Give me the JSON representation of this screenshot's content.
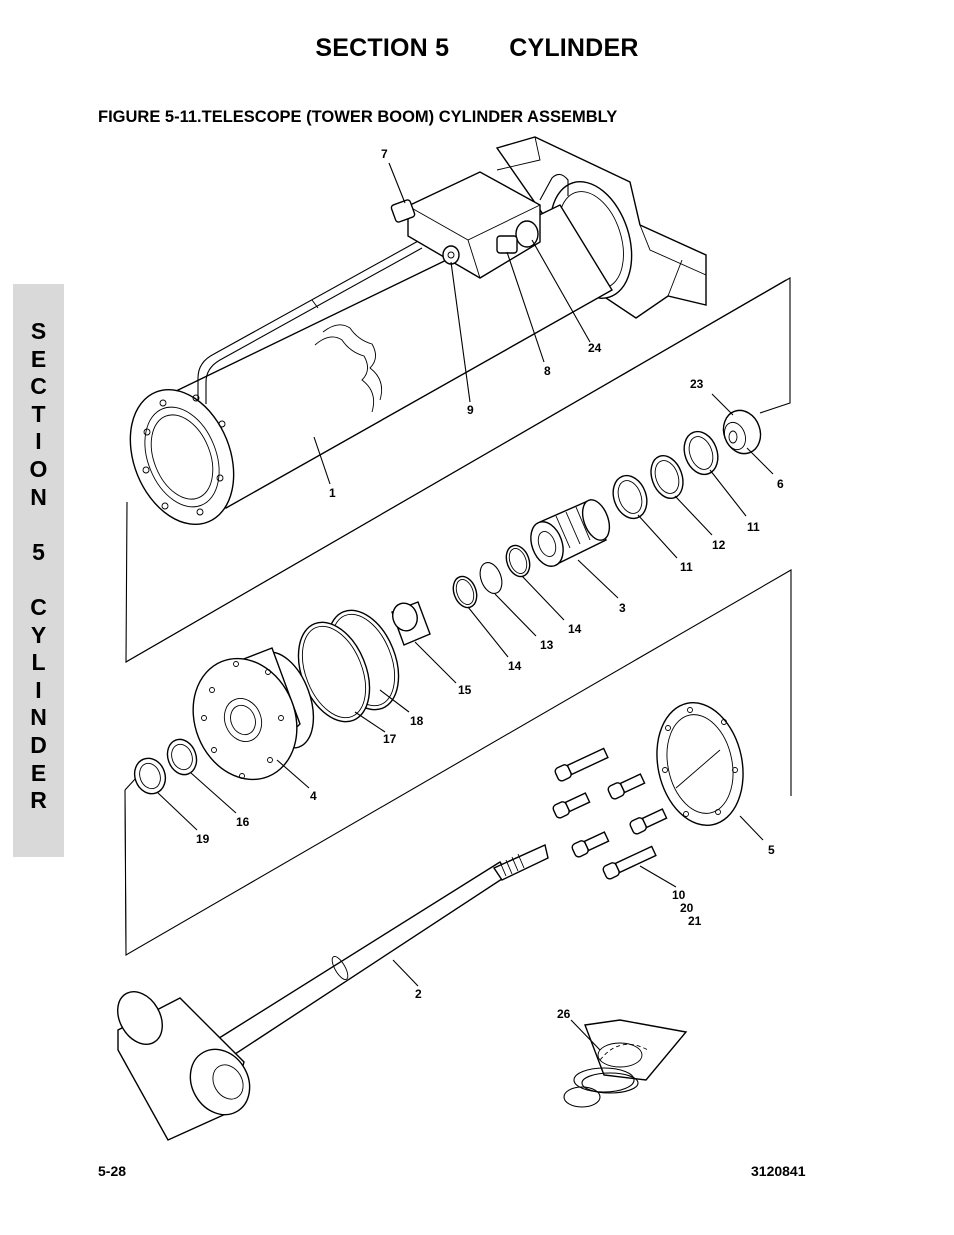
{
  "header": {
    "section": "SECTION 5",
    "title": "CYLINDER"
  },
  "figure": {
    "title": "FIGURE 5-11.TELESCOPE (TOWER BOOM) CYLINDER ASSEMBLY"
  },
  "side_tab": {
    "letters": [
      "S",
      "E",
      "C",
      "T",
      "I",
      "O",
      "N",
      "",
      "5",
      "",
      "C",
      "Y",
      "L",
      "I",
      "N",
      "D",
      "E",
      "R"
    ]
  },
  "callouts": {
    "c7": "7",
    "c24": "24",
    "c8": "8",
    "c9": "9",
    "c23": "23",
    "c1": "1",
    "c6": "6",
    "c11a": "11",
    "c12": "12",
    "c11b": "11",
    "c3": "3",
    "c14a": "14",
    "c13": "13",
    "c14b": "14",
    "c15": "15",
    "c18": "18",
    "c17": "17",
    "c4": "4",
    "c16": "16",
    "c19": "19",
    "c5": "5",
    "c10": "10",
    "c20": "20",
    "c21": "21",
    "c2": "2",
    "c26": "26"
  },
  "footer": {
    "page": "5-28",
    "doc_number": "3120841"
  }
}
